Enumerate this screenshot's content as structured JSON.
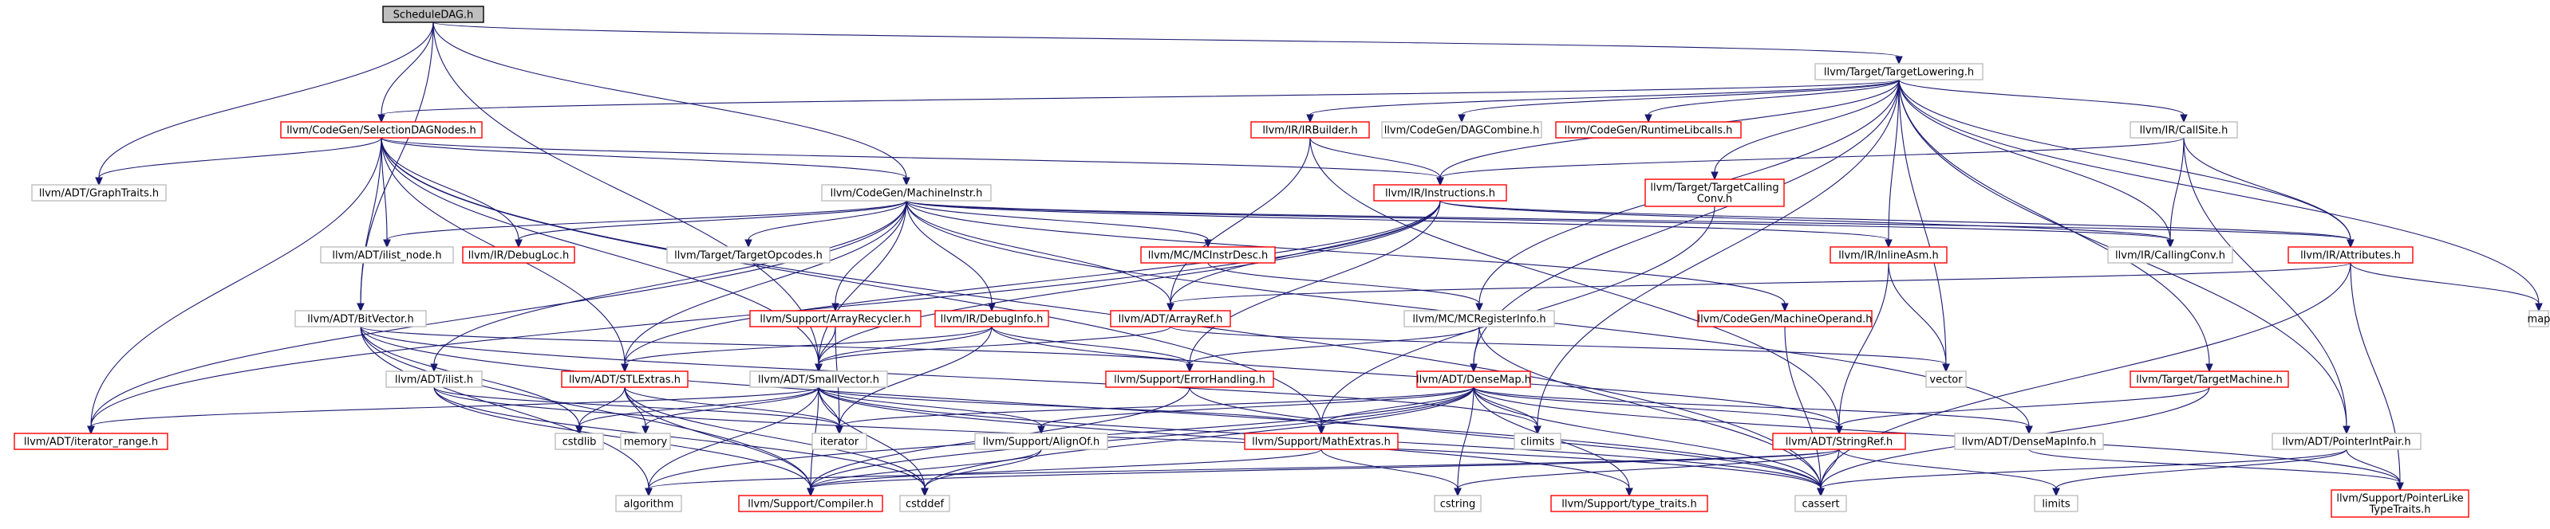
{
  "colors": {
    "edge": "#191970",
    "node_border_link": "#ff0000",
    "node_border_plain": "#bfbfbf",
    "node_border_root": "#000000",
    "root_fill": "#bfbfbf",
    "node_fill": "#ffffff"
  },
  "nodes": [
    {
      "id": "n0",
      "label": [
        "ScheduleDAG.h"
      ],
      "kind": "root"
    },
    {
      "id": "n1",
      "label": [
        "llvm/Target/TargetLowering.h"
      ],
      "kind": "plain"
    },
    {
      "id": "n2",
      "label": [
        "llvm/CodeGen/SelectionDAGNodes.h"
      ],
      "kind": "link"
    },
    {
      "id": "n3",
      "label": [
        "llvm/IR/IRBuilder.h"
      ],
      "kind": "link"
    },
    {
      "id": "n4",
      "label": [
        "llvm/CodeGen/DAGCombine.h"
      ],
      "kind": "plain"
    },
    {
      "id": "n5",
      "label": [
        "llvm/CodeGen/RuntimeLibcalls.h"
      ],
      "kind": "link"
    },
    {
      "id": "n6",
      "label": [
        "llvm/IR/CallSite.h"
      ],
      "kind": "plain"
    },
    {
      "id": "n7",
      "label": [
        "llvm/ADT/GraphTraits.h"
      ],
      "kind": "plain"
    },
    {
      "id": "n8",
      "label": [
        "llvm/CodeGen/MachineInstr.h"
      ],
      "kind": "plain"
    },
    {
      "id": "n9",
      "label": [
        "llvm/IR/Instructions.h"
      ],
      "kind": "link"
    },
    {
      "id": "n10",
      "label": [
        "llvm/Target/TargetCalling",
        "Conv.h"
      ],
      "kind": "link"
    },
    {
      "id": "n11",
      "label": [
        "llvm/ADT/ilist_node.h"
      ],
      "kind": "plain"
    },
    {
      "id": "n12",
      "label": [
        "llvm/IR/DebugLoc.h"
      ],
      "kind": "link"
    },
    {
      "id": "n13",
      "label": [
        "llvm/Target/TargetOpcodes.h"
      ],
      "kind": "plain"
    },
    {
      "id": "n14",
      "label": [
        "llvm/MC/MCInstrDesc.h"
      ],
      "kind": "link"
    },
    {
      "id": "n15",
      "label": [
        "llvm/IR/InlineAsm.h"
      ],
      "kind": "link"
    },
    {
      "id": "n16",
      "label": [
        "llvm/IR/CallingConv.h"
      ],
      "kind": "plain"
    },
    {
      "id": "n17",
      "label": [
        "llvm/IR/Attributes.h"
      ],
      "kind": "link"
    },
    {
      "id": "n18",
      "label": [
        "llvm/ADT/BitVector.h"
      ],
      "kind": "plain"
    },
    {
      "id": "n19",
      "label": [
        "llvm/Support/ArrayRecycler.h"
      ],
      "kind": "link"
    },
    {
      "id": "n20",
      "label": [
        "llvm/IR/DebugInfo.h"
      ],
      "kind": "link"
    },
    {
      "id": "n21",
      "label": [
        "llvm/ADT/ArrayRef.h"
      ],
      "kind": "link"
    },
    {
      "id": "n22",
      "label": [
        "llvm/MC/MCRegisterInfo.h"
      ],
      "kind": "plain"
    },
    {
      "id": "n23",
      "label": [
        "llvm/CodeGen/MachineOperand.h"
      ],
      "kind": "link"
    },
    {
      "id": "n24",
      "label": [
        "map"
      ],
      "kind": "plain"
    },
    {
      "id": "n25",
      "label": [
        "llvm/ADT/ilist.h"
      ],
      "kind": "plain"
    },
    {
      "id": "n26",
      "label": [
        "llvm/ADT/STLExtras.h"
      ],
      "kind": "link"
    },
    {
      "id": "n27",
      "label": [
        "llvm/ADT/SmallVector.h"
      ],
      "kind": "plain"
    },
    {
      "id": "n28",
      "label": [
        "llvm/Support/ErrorHandling.h"
      ],
      "kind": "link"
    },
    {
      "id": "n29",
      "label": [
        "llvm/ADT/DenseMap.h"
      ],
      "kind": "link"
    },
    {
      "id": "n30",
      "label": [
        "vector"
      ],
      "kind": "plain"
    },
    {
      "id": "n31",
      "label": [
        "llvm/Target/TargetMachine.h"
      ],
      "kind": "link"
    },
    {
      "id": "n32",
      "label": [
        "llvm/ADT/iterator_range.h"
      ],
      "kind": "link"
    },
    {
      "id": "n33",
      "label": [
        "cstdlib"
      ],
      "kind": "plain"
    },
    {
      "id": "n34",
      "label": [
        "memory"
      ],
      "kind": "plain"
    },
    {
      "id": "n35",
      "label": [
        "iterator"
      ],
      "kind": "plain"
    },
    {
      "id": "n36",
      "label": [
        "llvm/Support/AlignOf.h"
      ],
      "kind": "plain"
    },
    {
      "id": "n37",
      "label": [
        "llvm/Support/MathExtras.h"
      ],
      "kind": "link"
    },
    {
      "id": "n38",
      "label": [
        "climits"
      ],
      "kind": "plain"
    },
    {
      "id": "n39",
      "label": [
        "llvm/ADT/StringRef.h"
      ],
      "kind": "link"
    },
    {
      "id": "n40",
      "label": [
        "llvm/ADT/DenseMapInfo.h"
      ],
      "kind": "plain"
    },
    {
      "id": "n41",
      "label": [
        "llvm/ADT/PointerIntPair.h"
      ],
      "kind": "plain"
    },
    {
      "id": "n42",
      "label": [
        "algorithm"
      ],
      "kind": "plain"
    },
    {
      "id": "n43",
      "label": [
        "llvm/Support/Compiler.h"
      ],
      "kind": "link"
    },
    {
      "id": "n44",
      "label": [
        "cstddef"
      ],
      "kind": "plain"
    },
    {
      "id": "n45",
      "label": [
        "cstring"
      ],
      "kind": "plain"
    },
    {
      "id": "n46",
      "label": [
        "llvm/Support/type_traits.h"
      ],
      "kind": "link"
    },
    {
      "id": "n47",
      "label": [
        "cassert"
      ],
      "kind": "plain"
    },
    {
      "id": "n48",
      "label": [
        "limits"
      ],
      "kind": "plain"
    },
    {
      "id": "n49",
      "label": [
        "llvm/Support/PointerLike",
        "TypeTraits.h"
      ],
      "kind": "link"
    }
  ],
  "edges": [
    [
      "n0",
      "n1"
    ],
    [
      "n0",
      "n2"
    ],
    [
      "n0",
      "n7"
    ],
    [
      "n0",
      "n8"
    ],
    [
      "n0",
      "n18"
    ],
    [
      "n0",
      "n27"
    ],
    [
      "n1",
      "n2"
    ],
    [
      "n1",
      "n3"
    ],
    [
      "n1",
      "n4"
    ],
    [
      "n1",
      "n5"
    ],
    [
      "n1",
      "n6"
    ],
    [
      "n1",
      "n9"
    ],
    [
      "n1",
      "n10"
    ],
    [
      "n1",
      "n15"
    ],
    [
      "n1",
      "n16"
    ],
    [
      "n1",
      "n17"
    ],
    [
      "n1",
      "n22"
    ],
    [
      "n1",
      "n24"
    ],
    [
      "n1",
      "n30"
    ],
    [
      "n1",
      "n31"
    ],
    [
      "n1",
      "n38"
    ],
    [
      "n1",
      "n41"
    ],
    [
      "n1",
      "n29"
    ],
    [
      "n2",
      "n7"
    ],
    [
      "n2",
      "n8"
    ],
    [
      "n2",
      "n9"
    ],
    [
      "n2",
      "n11"
    ],
    [
      "n2",
      "n12"
    ],
    [
      "n2",
      "n18"
    ],
    [
      "n2",
      "n26"
    ],
    [
      "n2",
      "n27"
    ],
    [
      "n2",
      "n32"
    ],
    [
      "n2",
      "n37"
    ],
    [
      "n2",
      "n47"
    ],
    [
      "n3",
      "n9"
    ],
    [
      "n3",
      "n21"
    ],
    [
      "n3",
      "n39"
    ],
    [
      "n6",
      "n9"
    ],
    [
      "n6",
      "n16"
    ],
    [
      "n6",
      "n17"
    ],
    [
      "n6",
      "n41"
    ],
    [
      "n8",
      "n11"
    ],
    [
      "n8",
      "n12"
    ],
    [
      "n8",
      "n13"
    ],
    [
      "n8",
      "n14"
    ],
    [
      "n8",
      "n15"
    ],
    [
      "n8",
      "n16"
    ],
    [
      "n8",
      "n19"
    ],
    [
      "n8",
      "n20"
    ],
    [
      "n8",
      "n21"
    ],
    [
      "n8",
      "n23"
    ],
    [
      "n8",
      "n25"
    ],
    [
      "n8",
      "n26"
    ],
    [
      "n8",
      "n27"
    ],
    [
      "n8",
      "n32"
    ],
    [
      "n8",
      "n40"
    ],
    [
      "n8",
      "n17"
    ],
    [
      "n9",
      "n17"
    ],
    [
      "n9",
      "n21"
    ],
    [
      "n9",
      "n26"
    ],
    [
      "n9",
      "n27"
    ],
    [
      "n9",
      "n28"
    ],
    [
      "n9",
      "n32"
    ],
    [
      "n9",
      "n16"
    ],
    [
      "n10",
      "n37"
    ],
    [
      "n14",
      "n22"
    ],
    [
      "n15",
      "n30"
    ],
    [
      "n15",
      "n39"
    ],
    [
      "n17",
      "n21"
    ],
    [
      "n17",
      "n24"
    ],
    [
      "n17",
      "n47"
    ],
    [
      "n17",
      "n49"
    ],
    [
      "n18",
      "n28"
    ],
    [
      "n18",
      "n33"
    ],
    [
      "n18",
      "n42"
    ],
    [
      "n18",
      "n43"
    ],
    [
      "n18",
      "n47"
    ],
    [
      "n18",
      "n38"
    ],
    [
      "n19",
      "n27"
    ],
    [
      "n19",
      "n35"
    ],
    [
      "n20",
      "n27"
    ],
    [
      "n20",
      "n26"
    ],
    [
      "n20",
      "n28"
    ],
    [
      "n20",
      "n35"
    ],
    [
      "n20",
      "n39"
    ],
    [
      "n21",
      "n27"
    ],
    [
      "n21",
      "n30"
    ],
    [
      "n22",
      "n28"
    ],
    [
      "n22",
      "n29"
    ],
    [
      "n22",
      "n47"
    ],
    [
      "n23",
      "n47"
    ],
    [
      "n25",
      "n35"
    ],
    [
      "n25",
      "n43"
    ],
    [
      "n25",
      "n44"
    ],
    [
      "n25",
      "n47"
    ],
    [
      "n26",
      "n33"
    ],
    [
      "n26",
      "n34"
    ],
    [
      "n26",
      "n35"
    ],
    [
      "n26",
      "n43"
    ],
    [
      "n26",
      "n44"
    ],
    [
      "n27",
      "n33"
    ],
    [
      "n27",
      "n34"
    ],
    [
      "n27",
      "n35"
    ],
    [
      "n27",
      "n36"
    ],
    [
      "n27",
      "n37"
    ],
    [
      "n27",
      "n42"
    ],
    [
      "n27",
      "n43"
    ],
    [
      "n27",
      "n44"
    ],
    [
      "n27",
      "n47"
    ],
    [
      "n27",
      "n46"
    ],
    [
      "n27",
      "n32"
    ],
    [
      "n28",
      "n43"
    ],
    [
      "n28",
      "n47"
    ],
    [
      "n29",
      "n35"
    ],
    [
      "n29",
      "n36"
    ],
    [
      "n29",
      "n37"
    ],
    [
      "n29",
      "n38"
    ],
    [
      "n29",
      "n39"
    ],
    [
      "n29",
      "n40"
    ],
    [
      "n29",
      "n42"
    ],
    [
      "n29",
      "n43"
    ],
    [
      "n29",
      "n44"
    ],
    [
      "n29",
      "n45"
    ],
    [
      "n29",
      "n46"
    ],
    [
      "n29",
      "n47"
    ],
    [
      "n29",
      "n49"
    ],
    [
      "n31",
      "n39"
    ],
    [
      "n31",
      "n47"
    ],
    [
      "n36",
      "n43"
    ],
    [
      "n36",
      "n44"
    ],
    [
      "n37",
      "n43"
    ],
    [
      "n37",
      "n45"
    ],
    [
      "n39",
      "n42"
    ],
    [
      "n39",
      "n45"
    ],
    [
      "n39",
      "n47"
    ],
    [
      "n39",
      "n48"
    ],
    [
      "n39",
      "n43"
    ],
    [
      "n40",
      "n49"
    ],
    [
      "n41",
      "n47"
    ],
    [
      "n41",
      "n48"
    ],
    [
      "n41",
      "n49"
    ]
  ]
}
